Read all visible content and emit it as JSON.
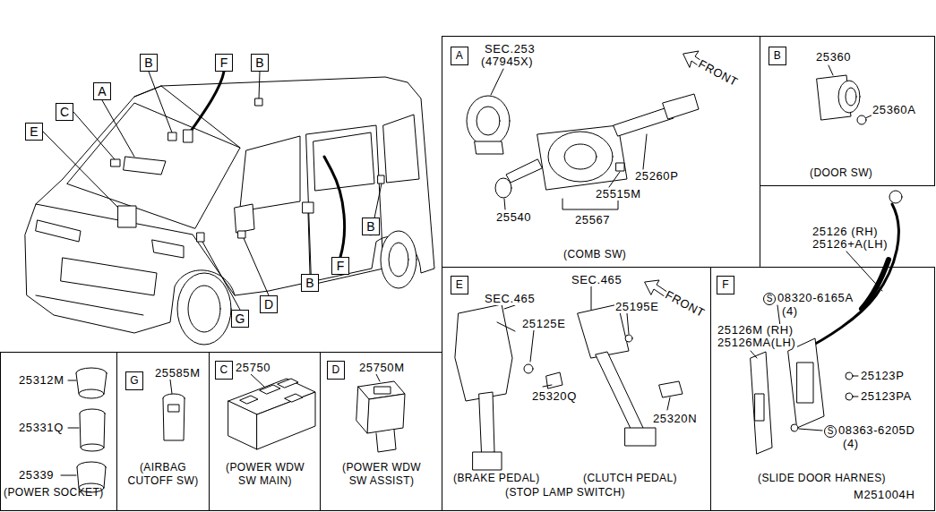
{
  "diagram": {
    "nodes": [
      {
        "text": [
          "B"
        ]
      },
      {
        "text": [
          "F"
        ]
      },
      {
        "text": [
          "B"
        ]
      },
      {
        "text": [
          "A"
        ]
      },
      {
        "text": [
          "C"
        ]
      },
      {
        "text": [
          "E"
        ]
      },
      {
        "text": [
          "B"
        ]
      },
      {
        "text": [
          "F"
        ]
      },
      {
        "text": [
          "B"
        ]
      },
      {
        "text": [
          "D"
        ]
      },
      {
        "text": [
          "G"
        ]
      },
      {
        "text": [
          "(COMB SW)"
        ]
      },
      {
        "text": [
          "A"
        ],
        "in": 11
      },
      {
        "text": [
          "(DOOR SW)"
        ]
      },
      {
        "text": [
          "B"
        ],
        "in": 13
      },
      {
        "text": [
          "(BRAKE PEDAL)",
          "(CLUTCH PEDAL)",
          "(STOP LAMP SWITCH)"
        ]
      },
      {
        "text": [
          "E"
        ],
        "in": 15
      },
      {
        "text": [
          "(SLIDE DOOR HARNES)"
        ]
      },
      {
        "text": [
          "F"
        ],
        "in": 17
      },
      {
        "text": [
          "(POWER SOCKET)"
        ]
      },
      {
        "text": [
          "(AIRBAG CUTOFF SW)"
        ]
      },
      {
        "text": [
          "G"
        ],
        "in": 20
      },
      {
        "text": [
          "(POWER WDW SW MAIN)"
        ]
      },
      {
        "text": [
          "C"
        ],
        "in": 22
      },
      {
        "text": [
          "(POWER WDW SW ASSIST)"
        ]
      },
      {
        "text": [
          "D"
        ],
        "in": 24
      }
    ],
    "labels": [
      "SEC.253",
      "(47945X)",
      "FRONT",
      "25260P",
      "25515M",
      "25540",
      "25567",
      "25360",
      "25360A",
      "25126 (RH)",
      "25126+A(LH)",
      "S",
      "08320-6165A",
      "(4)",
      "25126M (RH)",
      "25126MA(LH)",
      "25123P",
      "25123PA",
      "S",
      "08363-6205D",
      "(4)",
      "M251004H",
      "SEC.465",
      "25125E",
      "25320Q",
      "SEC.465",
      "FRONT",
      "25195E",
      "25320N",
      "25312M",
      "25331Q",
      "25339",
      "25585M",
      "25750",
      "25750M"
    ]
  }
}
